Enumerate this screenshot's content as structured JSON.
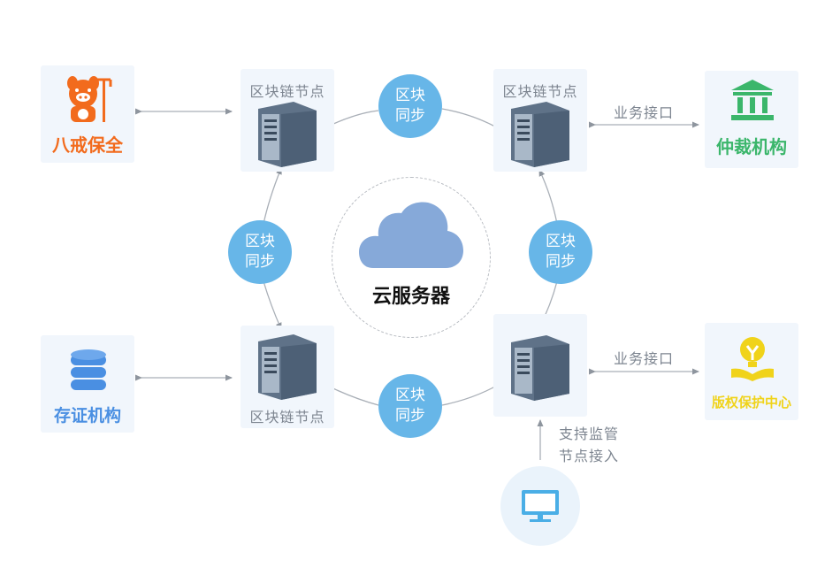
{
  "center": {
    "label": "云服务器"
  },
  "nodes": {
    "top_left": "区块链节点",
    "top_right": "区块链节点",
    "bottom_left": "区块链节点"
  },
  "sync": {
    "line1": "区块",
    "line2": "同步"
  },
  "institutions": {
    "bajie": "八戒保全",
    "arbitration": "仲裁机构",
    "evidence": "存证机构",
    "copyright": "版权保护中心"
  },
  "interfaces": {
    "business_top": "业务接口",
    "business_bottom": "业务接口"
  },
  "monitor": {
    "line1": "支持监管",
    "line2": "节点接入"
  },
  "colors": {
    "bajie": "#f26b1d",
    "arbitration": "#3bb66b",
    "evidence": "#4a8fe2",
    "copyright": "#f0d31a",
    "sync": "#67b6e8",
    "cloud": "#86a9d9"
  }
}
